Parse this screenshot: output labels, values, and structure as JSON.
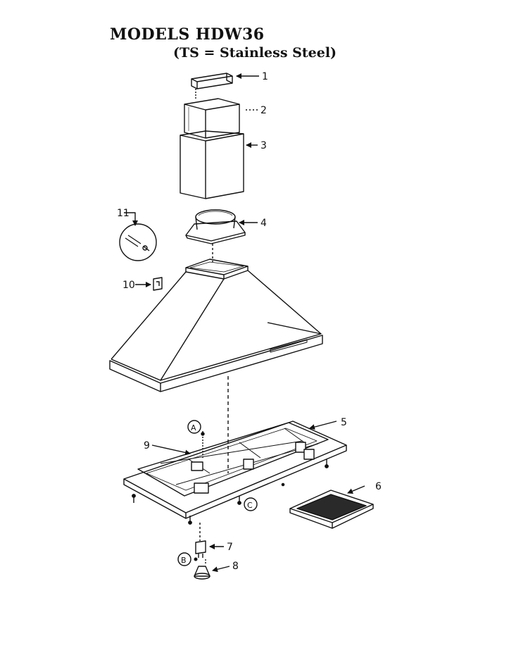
{
  "header": {
    "title": "MODELS HDW36",
    "subtitle": "(TS = Stainless Steel)"
  },
  "callouts": {
    "c1": "1",
    "c2": "2",
    "c3": "3",
    "c4": "4",
    "c5": "5",
    "c6": "6",
    "c7": "7",
    "c8": "8",
    "c9": "9",
    "c10": "10",
    "c11": "11",
    "cA": "A",
    "cB": "B",
    "cC": "C"
  }
}
